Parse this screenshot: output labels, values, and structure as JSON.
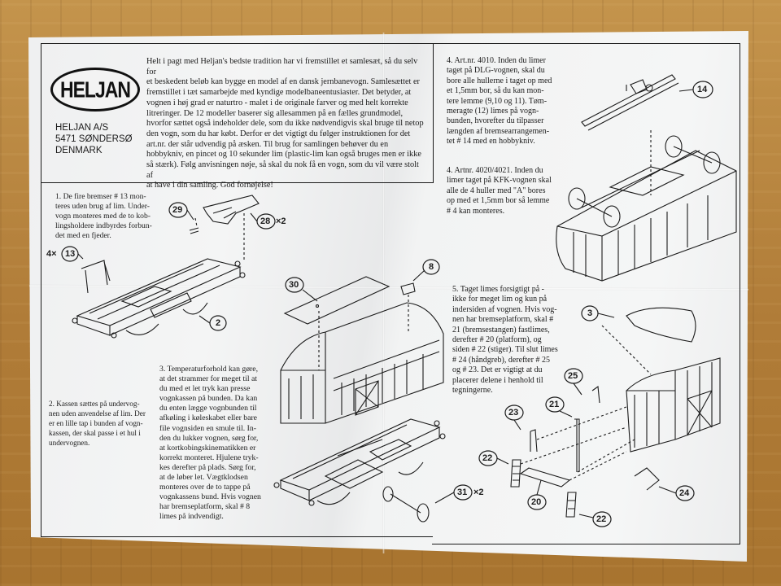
{
  "header": {
    "logo_text": "HELJAN",
    "address": [
      "HELJAN A/S",
      "5471 SØNDERSØ",
      "DENMARK"
    ],
    "intro_lines": [
      "Helt i pagt med Heljan's bedste tradition har vi fremstillet et samlesæt, så du selv for",
      "et beskedent beløb kan bygge en model af en dansk jernbanevogn. Samlesættet er",
      "fremstillet i tæt samarbejde med kyndige modelbaneentusiaster. Det betyder, at",
      "vognen i høj grad er naturtro - malet i de originale farver og med helt korrekte",
      "litreringer. De 12 modeller baserer sig allesammen på en fælles grundmodel,",
      "hvorfor sættet også indeholder dele, som du ikke nødvendigvis skal bruge til netop",
      "den vogn, som du har købt. Derfor er det vigtigt du følger instruktionen for det",
      "art.nr. der står udvendig på æsken. Til brug for samlingen behøver du en",
      "hobbykniv, en pincet og 10 sekunder lim (plastic-lim kan også bruges men er ikke",
      "så stærk). Følg anvisningen nøje, så skal du nok få en vogn, som du vil være stolt af",
      "at have i din samling. God fornøjelse!"
    ]
  },
  "steps": {
    "step1": [
      "1. De fire bremser # 13 mon-",
      "teres uden brug af lim. Under-",
      "vogn monteres med de to kob-",
      "lingsholdere indbyrdes forbun-",
      "det med en fjeder."
    ],
    "step2": [
      "2. Kassen sættes på undervog-",
      "nen uden anvendelse af lim. Der",
      "er en lille tap i bunden af vogn-",
      "kassen, der skal passe i et hul i",
      "undervognen."
    ],
    "step3": [
      "3. Temperaturforhold kan gøre,",
      "at det strammer for meget til at",
      "du med et let tryk kan presse",
      "vognkassen på bunden. Da kan",
      "du enten lægge vognbunden til",
      "afkøling i køleskabet eller bare",
      "file vognsiden en smule til. In-",
      "den du lukker vognen, sørg for,",
      "at kortkobingskinematikken er",
      "korrekt monteret. Hjulene tryk-",
      "kes derefter på plads. Sørg for,",
      "at de løber let. Vægtklodsen",
      "monteres over de to tappe på",
      "vognkassens bund. Hvis vognen",
      "har bremseplatform, skal # 8",
      "limes på indvendigt."
    ],
    "step4a": [
      "4. Art.nr. 4010. Inden du limer",
      "taget på DLG-vognen, skal du",
      "bore alle hullerne i taget op med",
      "et 1,5mm bor, så du kan mon-",
      "tere lemme (9,10 og 11). Tøm-",
      "meragte (12) limes på vogn-",
      "bunden, hvorefter du tilpasser",
      "længden af bremsearrangemen-",
      "tet # 14 med en hobbykniv."
    ],
    "step4b": [
      "4. Artnr. 4020/4021. Inden du",
      "limer taget på KFK-vognen skal",
      "alle de 4 huller med \"A\" bores",
      "op med et 1,5mm bor så lemme",
      "# 4 kan monteres."
    ],
    "step5": [
      "5. Taget limes forsigtigt på -",
      "ikke for meget lim og kun på",
      "indersiden af vognen. Hvis vog-",
      "nen har bremseplatform, skal #",
      "21 (bremsestangen) fastlimes,",
      "derefter # 20 (platform), og",
      "siden # 22 (stiger). Til slut limes",
      "# 24 (håndgreb), derefter # 25",
      "og # 23. Det er vigtigt at du",
      "placerer delene i henhold til",
      "tegningerne."
    ]
  },
  "callouts": {
    "c13": "13",
    "c13_prefix": "4×",
    "c29": "29",
    "c28": "28",
    "c28_suffix": "×2",
    "c2": "2",
    "c30": "30",
    "c8": "8",
    "c31": "31",
    "c31_suffix": "×2",
    "c14": "14",
    "c3": "3",
    "c25": "25",
    "c23": "23",
    "c21": "21",
    "c22a": "22",
    "c22b": "22",
    "c20": "20",
    "c24": "24"
  },
  "colors": {
    "ink": "#1b1b1b",
    "paper": "#f2f3f3",
    "wood": "#b8873f"
  }
}
